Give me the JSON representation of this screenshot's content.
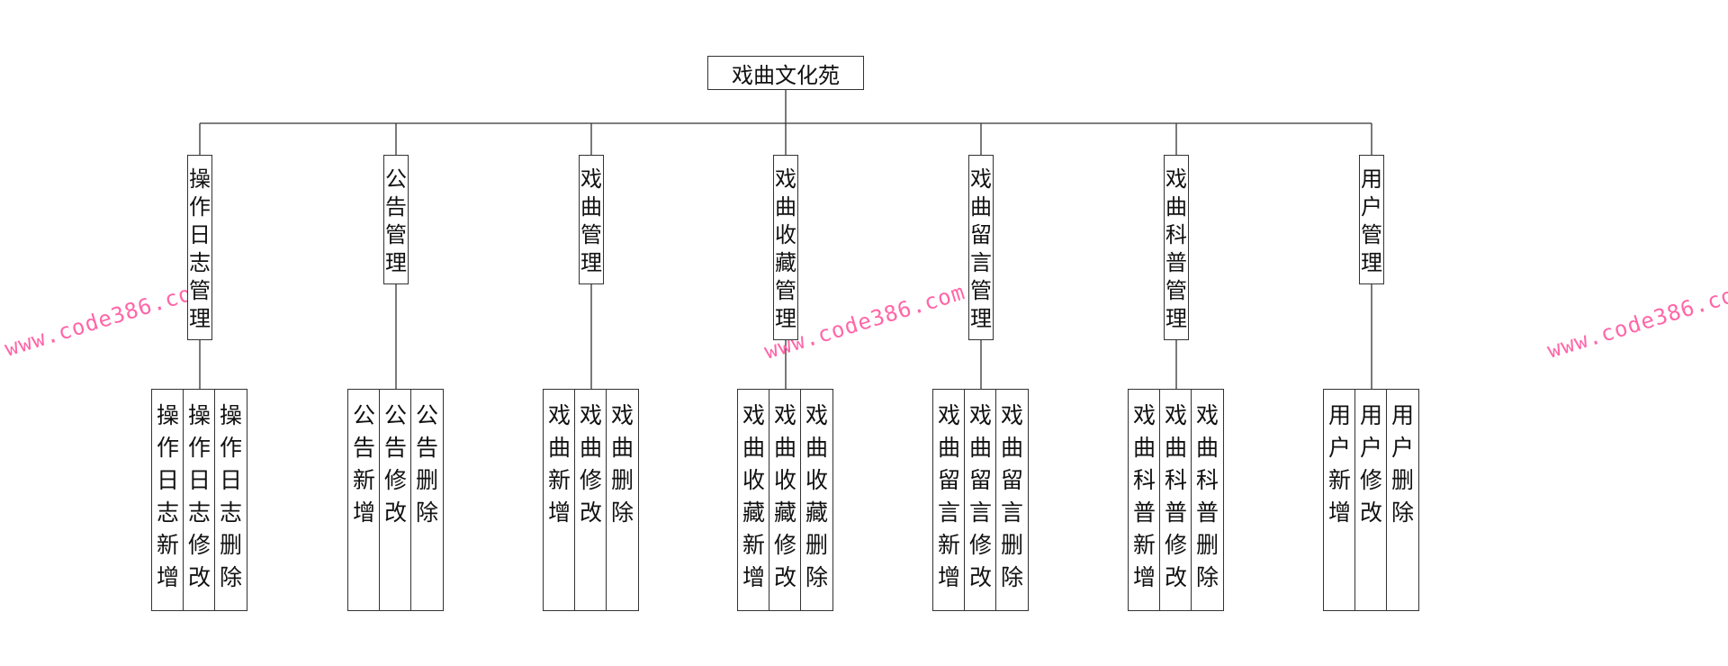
{
  "root": {
    "label": "戏曲文化苑"
  },
  "modules": [
    {
      "label": "操作日志管理",
      "children": [
        "操作日志新增",
        "操作日志修改",
        "操作日志删除"
      ]
    },
    {
      "label": "公告管理",
      "children": [
        "公告新增",
        "公告修改",
        "公告删除"
      ]
    },
    {
      "label": "戏曲管理",
      "children": [
        "戏曲新增",
        "戏曲修改",
        "戏曲删除"
      ]
    },
    {
      "label": "戏曲收藏管理",
      "children": [
        "戏曲收藏新增",
        "戏曲收藏修改",
        "戏曲收藏删除"
      ]
    },
    {
      "label": "戏曲留言管理",
      "children": [
        "戏曲留言新增",
        "戏曲留言修改",
        "戏曲留言删除"
      ]
    },
    {
      "label": "戏曲科普管理",
      "children": [
        "戏曲科普新增",
        "戏曲科普修改",
        "戏曲科普删除"
      ]
    },
    {
      "label": "用户管理",
      "children": [
        "用户新增",
        "用户修改",
        "用户删除"
      ]
    }
  ],
  "watermark": {
    "text": "www.code386.com"
  },
  "colors": {
    "line": "#333333",
    "watermark": "#ff66a8"
  }
}
